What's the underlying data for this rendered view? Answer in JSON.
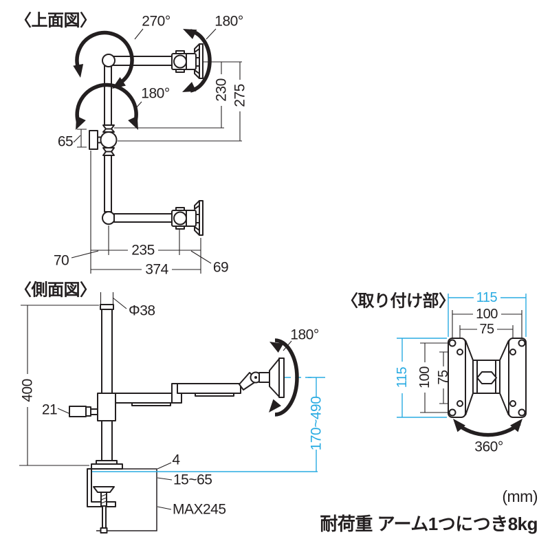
{
  "page": {
    "background": "#ffffff"
  },
  "colors": {
    "line": "#231f20",
    "accent": "#29abe2"
  },
  "top_view": {
    "label": "〈上面図〉",
    "rotations": {
      "elbow": "270°",
      "head": "180°",
      "pole": "180°"
    },
    "dims": {
      "head_to_arm": "230",
      "head_to_pole": "275",
      "knob_width": "65",
      "pole_offset": "70",
      "arm_span": "235",
      "head_depth": "69",
      "total_depth": "374"
    }
  },
  "side_view": {
    "label": "〈側面図〉",
    "rotations": {
      "tilt": "180°"
    },
    "dims": {
      "pole_diameter": "Φ38",
      "pole_height": "400",
      "bracket_width": "21",
      "plate_thickness": "4",
      "clamp_range": "15~65",
      "desk_max": "MAX245",
      "height_range": "170~490"
    }
  },
  "mount_view": {
    "label": "〈取り付け部〉",
    "rotations": {
      "swivel": "360°"
    },
    "dims": {
      "width_outer": "115",
      "width_holes": "100",
      "width_vesa": "75",
      "height_outer": "115",
      "height_holes": "100",
      "height_vesa": "75"
    }
  },
  "footer": {
    "unit_note": "(mm)",
    "load_note": "耐荷重 アーム1つにつき8kg"
  }
}
